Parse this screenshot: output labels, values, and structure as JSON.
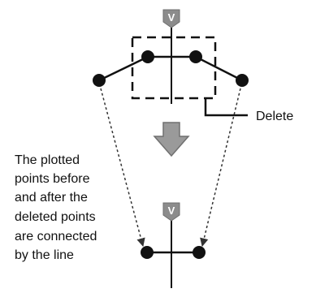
{
  "diagram": {
    "marker_letter": "V",
    "delete_label": "Delete",
    "caption_lines": [
      "The plotted",
      "points before",
      "and after the",
      "deleted points",
      "are connected",
      "by the line"
    ],
    "colors": {
      "line": "#111111",
      "point": "#111111",
      "marker_fill": "#8c8c8c",
      "marker_stroke": "#6e6e6e",
      "arrow_fill": "#9a9a9a",
      "arrow_stroke": "#707070",
      "dashed_connector": "#333333"
    },
    "icons": {
      "top_marker": "v-marker-icon",
      "bottom_marker": "v-marker-icon",
      "down_arrow": "down-arrow-icon"
    }
  }
}
